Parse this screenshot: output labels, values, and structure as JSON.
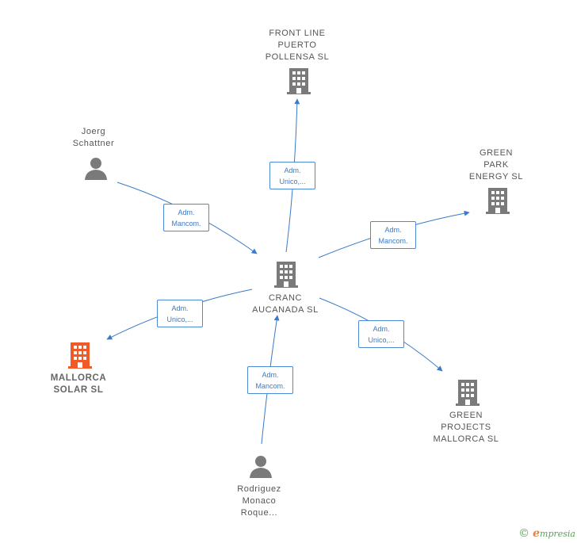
{
  "colors": {
    "edge": "#3a7ac8",
    "icon": "#7a7a7a",
    "highlight": "#f05a28"
  },
  "nodes": [
    {
      "id": "cranc",
      "label": "CRANC\nAUCANADA  SL",
      "icon": "building-icon",
      "highlight": false
    },
    {
      "id": "frontline",
      "label": "FRONT LINE\nPUERTO\nPOLLENSA  SL",
      "icon": "building-icon",
      "highlight": false
    },
    {
      "id": "greenpark",
      "label": "GREEN\nPARK\nENERGY  SL",
      "icon": "building-icon",
      "highlight": false
    },
    {
      "id": "greenprojects",
      "label": "GREEN\nPROJECTS\nMALLORCA  SL",
      "icon": "building-icon",
      "highlight": false
    },
    {
      "id": "mallorca",
      "label": "MALLORCA\nSOLAR  SL",
      "icon": "building-icon",
      "highlight": true
    },
    {
      "id": "joerg",
      "label": "Joerg\nSchattner",
      "icon": "person-icon",
      "highlight": false
    },
    {
      "id": "rodriguez",
      "label": "Rodriguez\nMonaco\nRoque...",
      "icon": "person-icon",
      "highlight": false
    }
  ],
  "edges": [
    {
      "id": "e1",
      "line1": "Adm.",
      "line2": "Unico,..."
    },
    {
      "id": "e2",
      "line1": "Adm.",
      "line2": "Mancom."
    },
    {
      "id": "e3",
      "line1": "Adm.",
      "line2": "Mancom."
    },
    {
      "id": "e4",
      "line1": "Adm.",
      "line2": "Unico,..."
    },
    {
      "id": "e5",
      "line1": "Adm.",
      "line2": "Unico,..."
    },
    {
      "id": "e6",
      "line1": "Adm.",
      "line2": "Mancom."
    }
  ],
  "footer": {
    "copyright": "©",
    "brand_initial": "e",
    "brand_rest": "mpresia"
  }
}
